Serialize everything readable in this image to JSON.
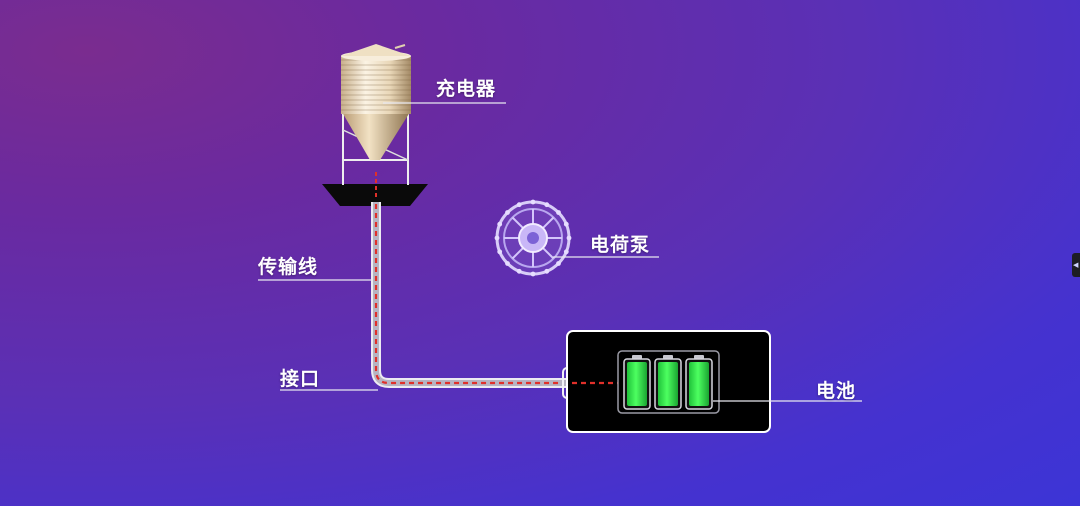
{
  "labels": {
    "charger": "充电器",
    "pump": "电荷泵",
    "line": "传输线",
    "port": "接口",
    "battery": "电池"
  },
  "battery_cells": 3,
  "colors": {
    "background_start": "#7a2c8f",
    "background_end": "#3c34d6",
    "cable": "#c9c9d2",
    "cable_dash": "#e0302a",
    "battery_fill": "#33e84a",
    "battery_box": "#000000",
    "label_text": "#ffffff",
    "leader_line": "#e8e8f0"
  },
  "icons": {
    "charger": "silo-icon",
    "pump": "gear-wheel-icon",
    "battery": "battery-icon",
    "side_tab": "chevron-left-icon"
  }
}
